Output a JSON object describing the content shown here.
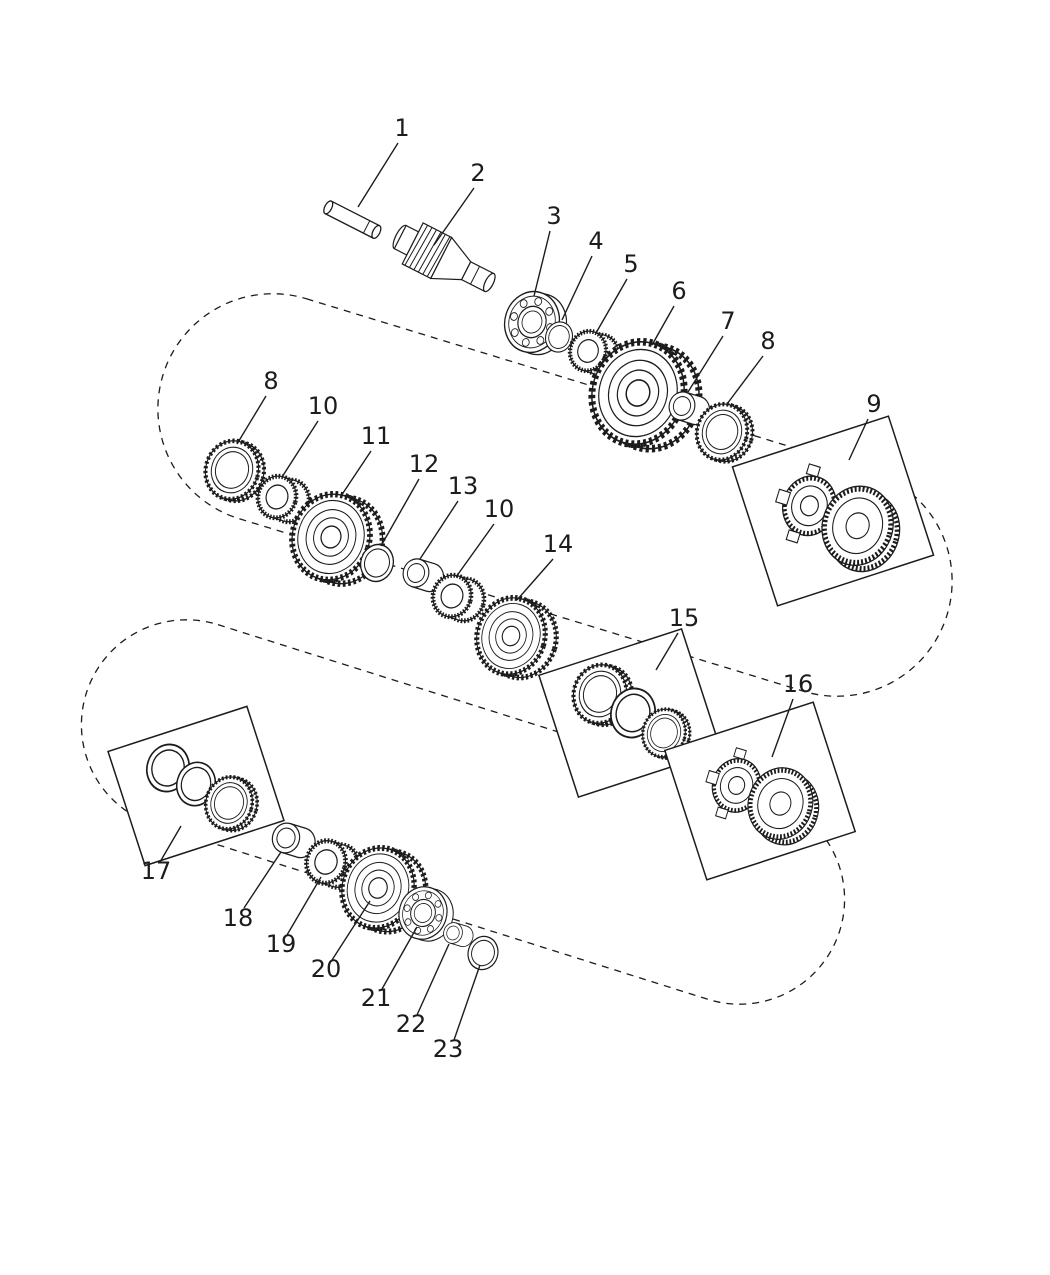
{
  "diagram": {
    "kind": "exploded-parts-diagram",
    "colors": {
      "line": "#1c1c1c",
      "background": "#ffffff"
    },
    "callouts": [
      {
        "num": "1",
        "part": "pin"
      },
      {
        "num": "2",
        "part": "input-shaft-gear"
      },
      {
        "num": "3",
        "part": "ball-bearing"
      },
      {
        "num": "4",
        "part": "spacer-ring"
      },
      {
        "num": "5",
        "part": "needle-bearing"
      },
      {
        "num": "6",
        "part": "gear"
      },
      {
        "num": "7",
        "part": "bushing"
      },
      {
        "num": "8",
        "part": "synchronizer-ring"
      },
      {
        "num": "9",
        "part": "synchronizer-assembly"
      },
      {
        "num": "8",
        "part": "synchronizer-ring"
      },
      {
        "num": "10",
        "part": "needle-bearing"
      },
      {
        "num": "11",
        "part": "gear"
      },
      {
        "num": "12",
        "part": "snap-ring"
      },
      {
        "num": "13",
        "part": "bushing"
      },
      {
        "num": "10",
        "part": "needle-bearing"
      },
      {
        "num": "14",
        "part": "gear"
      },
      {
        "num": "15",
        "part": "synchronizer-ring-set"
      },
      {
        "num": "16",
        "part": "synchronizer-assembly"
      },
      {
        "num": "17",
        "part": "synchronizer-ring-set"
      },
      {
        "num": "18",
        "part": "bushing"
      },
      {
        "num": "19",
        "part": "needle-bearing"
      },
      {
        "num": "20",
        "part": "gear"
      },
      {
        "num": "21",
        "part": "ball-bearing"
      },
      {
        "num": "22",
        "part": "pin"
      },
      {
        "num": "23",
        "part": "snap-ring"
      }
    ]
  }
}
